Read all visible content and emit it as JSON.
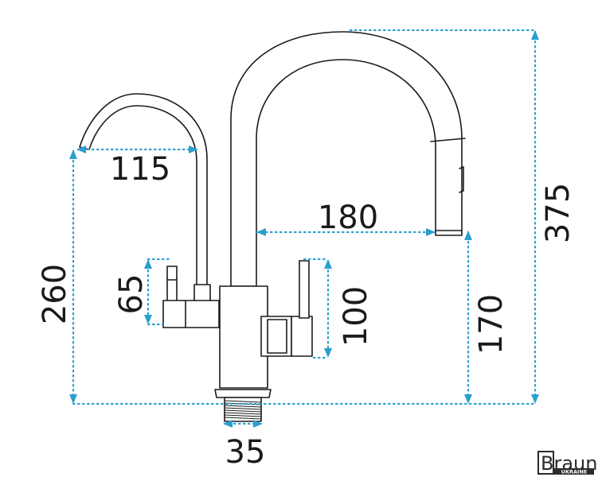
{
  "dimensions": {
    "spout_reach": "180",
    "total_height": "375",
    "spout_height": "170",
    "filter_spout_reach": "115",
    "filter_height": "260",
    "filter_handle_height": "65",
    "main_handle_height": "100",
    "mounting_diameter": "35"
  },
  "brand": {
    "name": "Brauni",
    "tagline": "UKRAINE"
  },
  "colors": {
    "dimension_line": "#2a9fd0",
    "outline": "#1a1a1a"
  }
}
